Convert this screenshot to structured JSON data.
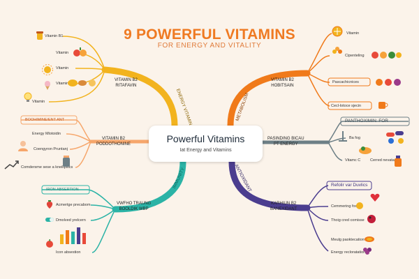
{
  "title": "9 POWERFUL VITAMINS",
  "subtitle": "FOR ENERGY AND VITALITY",
  "center": {
    "title": "Powerful Vitamins",
    "subtitle": "Iat Energy and Vitamins"
  },
  "colors": {
    "yellow": "#f2b31e",
    "orange": "#f07a1a",
    "teal": "#2bb3a6",
    "purple": "#4b3d8f",
    "slate": "#6d7f86",
    "peach": "#f6a66b",
    "title": "#ef7a22"
  },
  "branches": {
    "top_left": {
      "label_lines": [
        "VITAMIN B2",
        "RITAFAVIN"
      ],
      "arc_text": "ENERGY VITAMIN",
      "items": [
        "Vitamin B1",
        "Vitamin",
        "Vitamin",
        "Vitamin",
        "Vitamin"
      ]
    },
    "mid_left": {
      "label_lines": [
        "VITAMIN B2",
        "PODDOTHONINE"
      ],
      "items": [
        "BOOHIMINE/ENT ANT",
        "Energy Mlotoidin",
        "Coengyron Pruntanj",
        "Comdersme sese a kneilipsics"
      ]
    },
    "bottom_left": {
      "label_lines": [
        "VWFHO TRAUNG",
        "BOOLDIK WBP"
      ],
      "arc_text": "IMMUNITY",
      "items": [
        "IRON ABSERTION",
        "Acmertge precabom",
        "Dmolved yrelcern",
        "Icon absestion"
      ]
    },
    "top_right": {
      "label_lines": [
        "VITAMIN B2",
        "HOBITSAIN"
      ],
      "arc_text": "METABOLISM",
      "items": [
        "Vitamin",
        "Cipenteling",
        "Pascachicnices",
        "Cecl-lotoce sjecin"
      ]
    },
    "mid_right": {
      "label_lines": [
        "PASINDING BICAU",
        "PT ENERGY"
      ],
      "header": "PANTHOXIMIN: FOR",
      "items": [
        "Ba fog",
        "Vitamc C",
        "Cerred nevatar"
      ]
    },
    "bottom_right": {
      "label_lines": [
        "KARHIUN B2",
        "BANEXIDANT"
      ],
      "arc_text": "ANTIOXIDANT",
      "header": "Refolir var Duvlics",
      "items": [
        "Cemmering food",
        "Thoig cred comisse",
        "Meulg paoktecation",
        "Energy recloratation"
      ]
    }
  }
}
